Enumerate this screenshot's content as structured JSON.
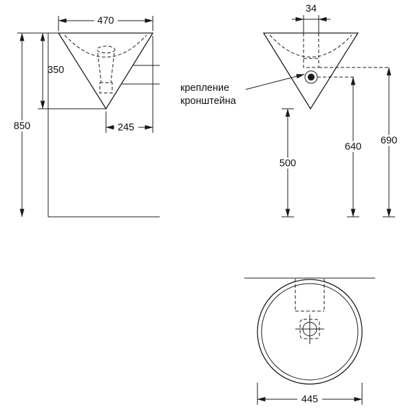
{
  "page": {
    "background_color": "#ffffff",
    "line_color": "#1a1a1a"
  },
  "front_view": {
    "dim_width": "470",
    "dim_cone_height": "350",
    "dim_total_height": "850",
    "dim_apex_to_edge": "245"
  },
  "side_view": {
    "dim_hole_spacing": "34",
    "dim_bracket_height": "690",
    "dim_hole_height": "640",
    "dim_tip_height": "500",
    "callout_line1": "крепление",
    "callout_line2": "кронштейна"
  },
  "top_view": {
    "dim_diameter": "445"
  }
}
